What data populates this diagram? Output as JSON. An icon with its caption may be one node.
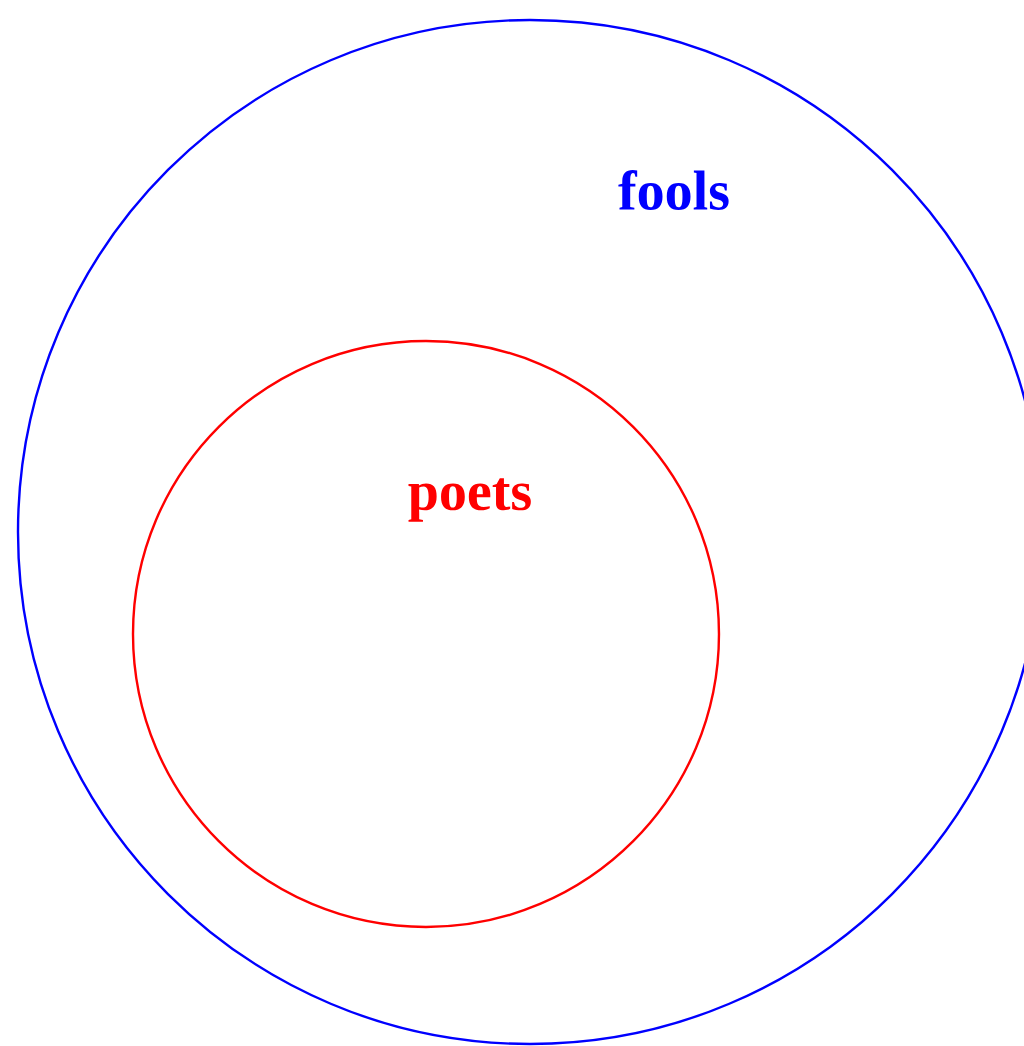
{
  "diagram": {
    "nodes": [
      {
        "text": [
          "fools"
        ]
      },
      {
        "text": [
          "poets"
        ],
        "in": 0
      }
    ]
  }
}
